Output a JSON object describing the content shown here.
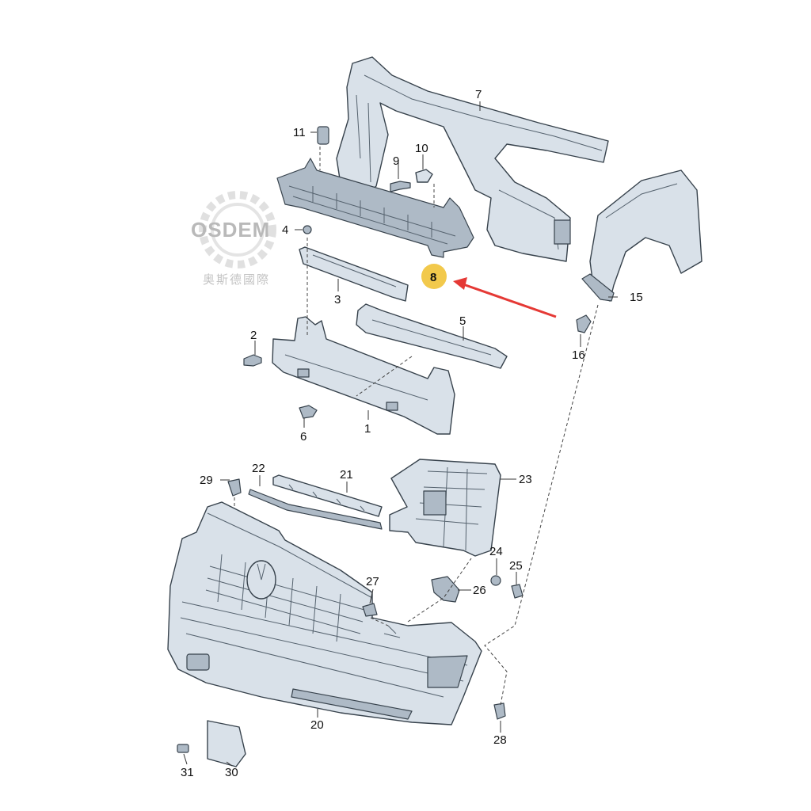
{
  "watermark": {
    "brand": "OSDEM",
    "subtitle": "奥斯德國際"
  },
  "highlight": {
    "part_number": "8",
    "marker_color": "#f2c94c",
    "arrow_color": "#e53935"
  },
  "colors": {
    "part_fill": "#d9e1e9",
    "outline": "#37424c"
  },
  "labels": {
    "p1": "1",
    "p2": "2",
    "p3": "3",
    "p4": "4",
    "p5": "5",
    "p6": "6",
    "p7": "7",
    "p8": "8",
    "p9": "9",
    "p10": "10",
    "p11": "11",
    "p15": "15",
    "p16": "16",
    "p20": "20",
    "p21": "21",
    "p22": "22",
    "p23": "23",
    "p24": "24",
    "p25": "25",
    "p26": "26",
    "p27": "27",
    "p28": "28",
    "p29": "29",
    "p30": "30",
    "p31": "31"
  }
}
